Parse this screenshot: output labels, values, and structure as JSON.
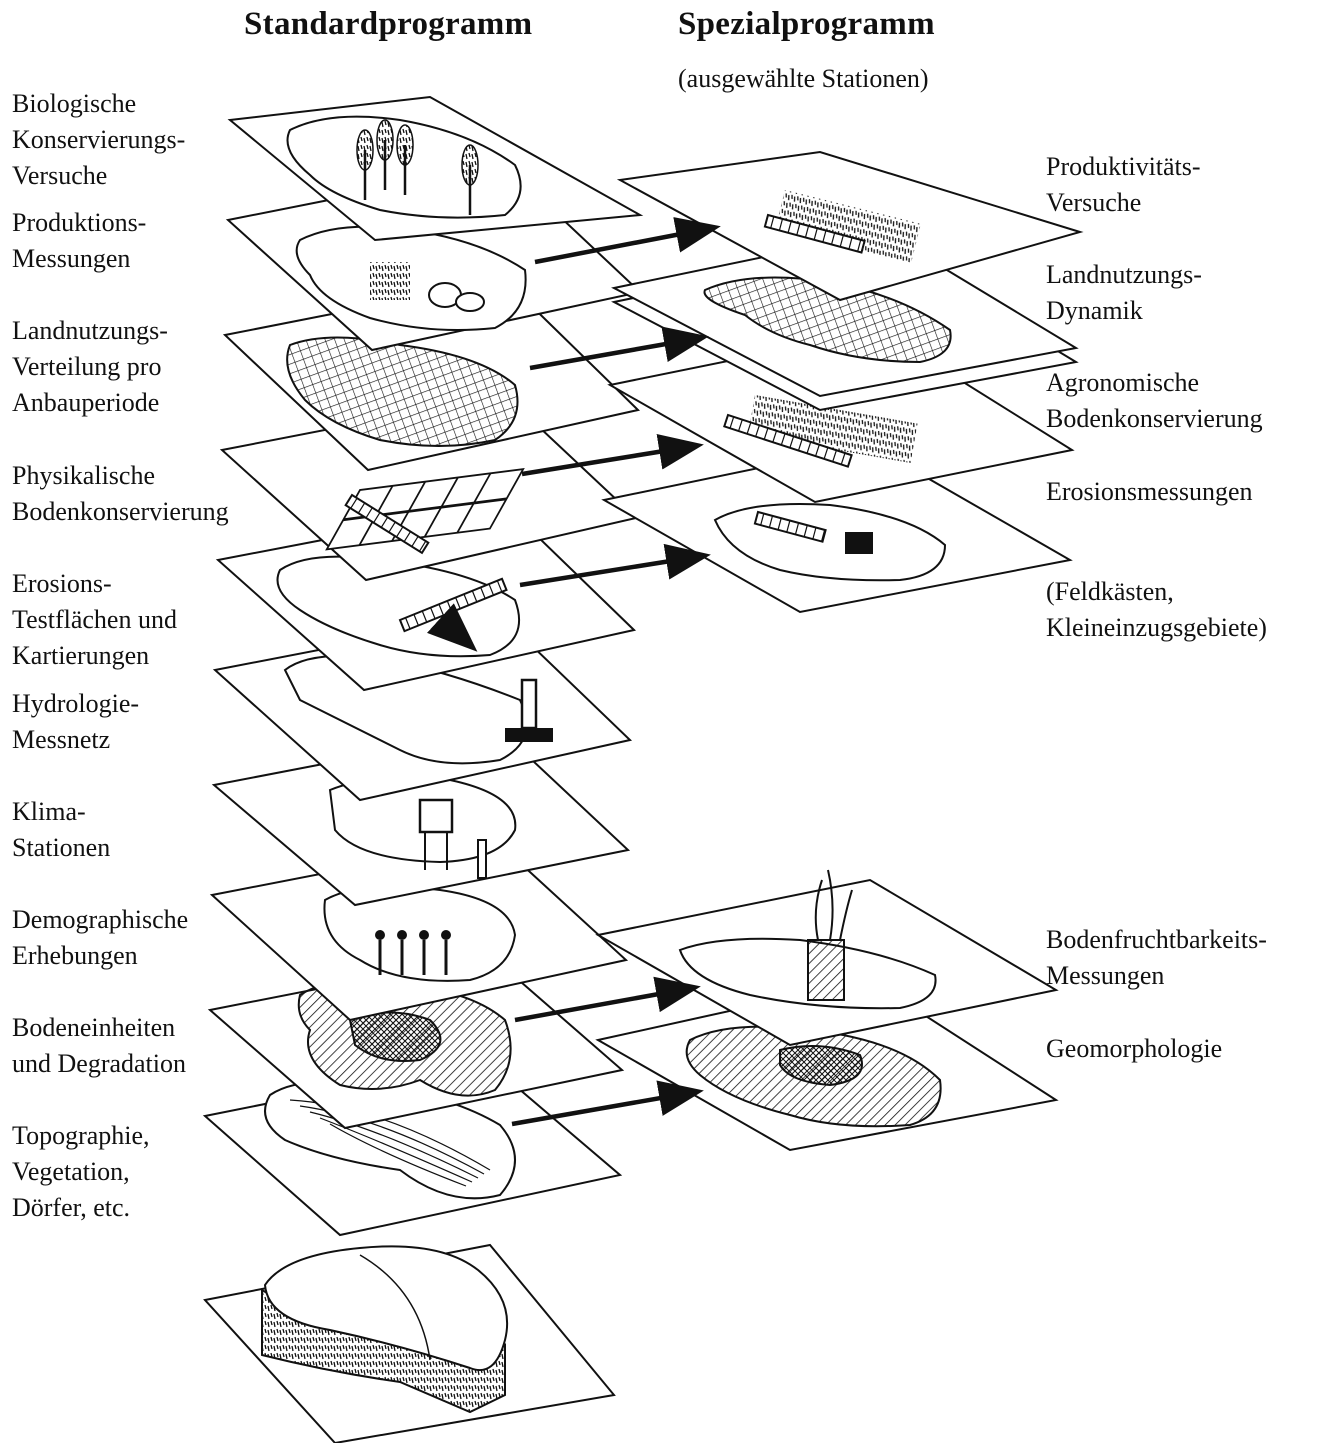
{
  "headings": {
    "standard": "Standardprogramm",
    "special": "Spezialprogramm",
    "special_note": "(ausgewählte Stationen)"
  },
  "standard_layers": [
    "Biologische\nKonservierungs-\nVersuche",
    "Produktions-\nMessungen",
    "Landnutzungs-\nVerteilung pro\nAnbauperiode",
    "Physikalische\nBodenkonservierung",
    "Erosions-\nTestflächen und\nKartierungen",
    "Hydrologie-\nMessnetz",
    "Klima-\nStationen",
    "Demographische\nErhebungen",
    "Bodeneinheiten\nund Degradation",
    "Topographie,\nVegetation,\nDörfer, etc."
  ],
  "special_layers": [
    "Produktivitäts-\nVersuche",
    "Landnutzungs-\nDynamik",
    "Agronomische\nBodenkonservierung",
    "Erosionsmessungen",
    "(Feldkästen,\nKleineinzugsgebiete)",
    "Bodenfruchtbarkeits-\nMessungen",
    "Geomorphologie"
  ],
  "colors": {
    "ink": "#111111",
    "paper": "#ffffff"
  }
}
